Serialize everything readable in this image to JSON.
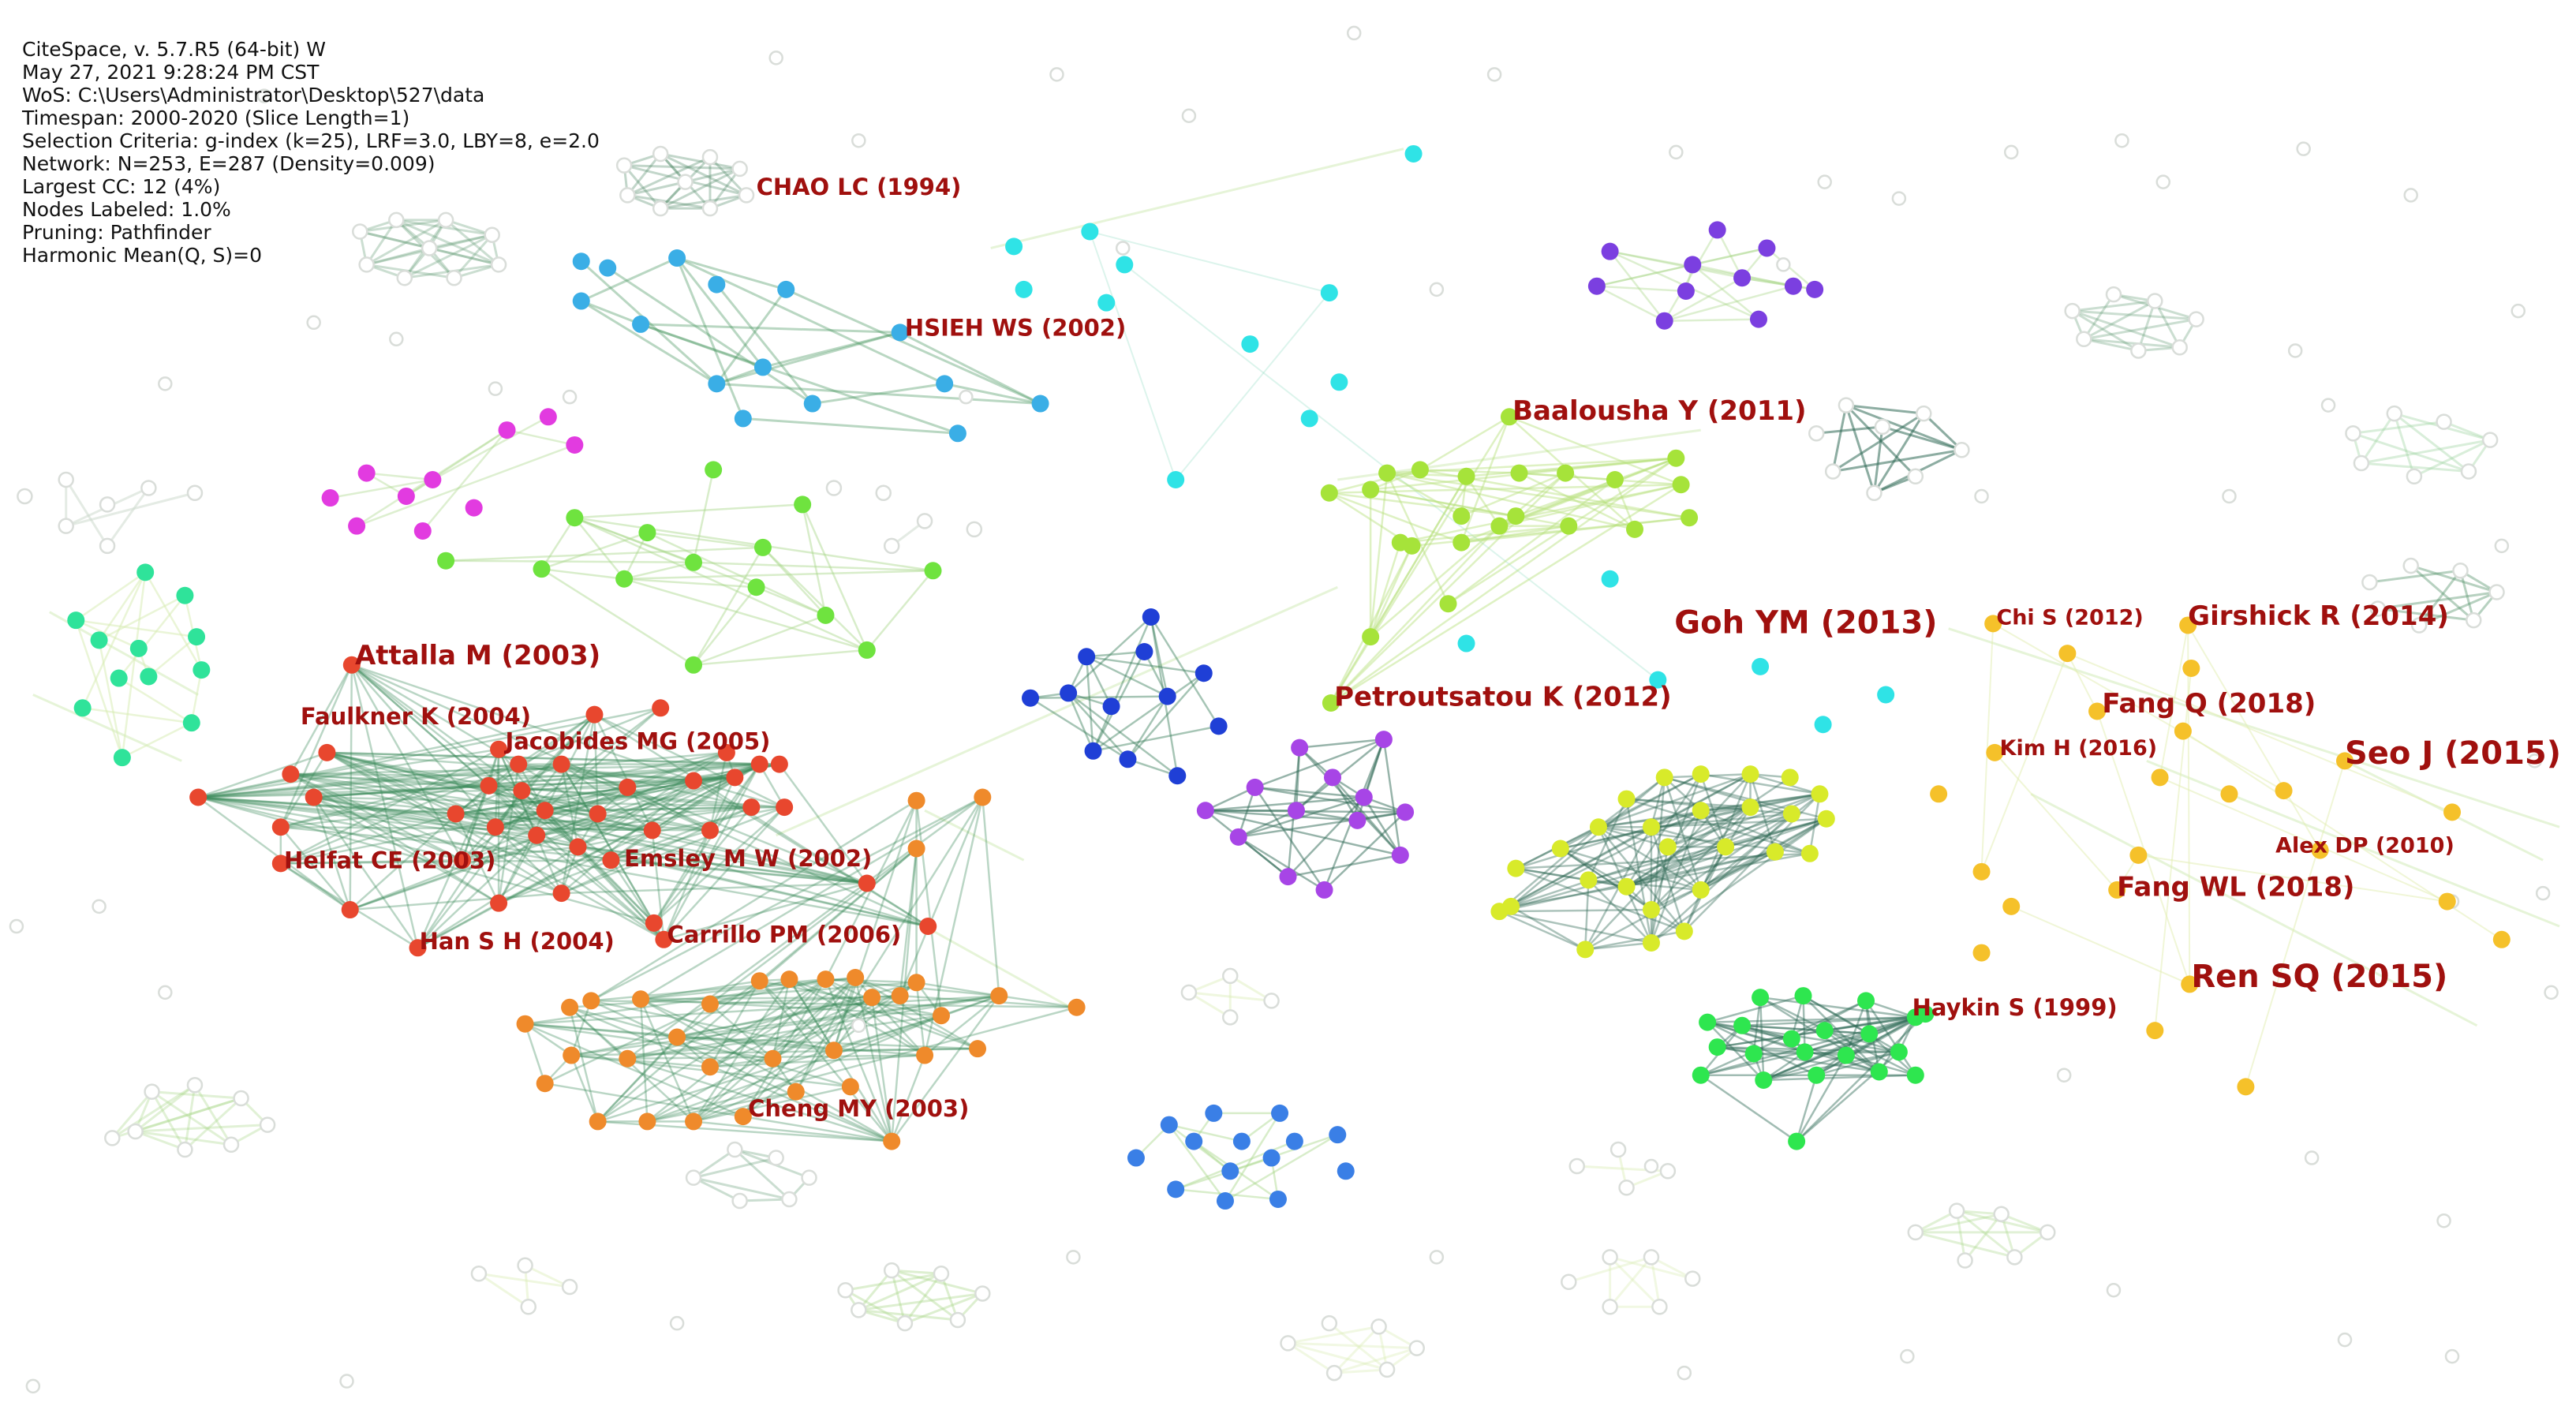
{
  "info_panel": {
    "lines": [
      "CiteSpace, v. 5.7.R5 (64-bit) W",
      "May 27, 2021 9:28:24 PM CST",
      "WoS: C:\\Users\\Administrator\\Desktop\\527\\data",
      "Timespan: 2000-2020 (Slice Length=1)",
      "Selection Criteria: g-index (k=25), LRF=3.0, LBY=8, e=2.0",
      "Network: N=253, E=287 (Density=0.009)",
      "Largest CC: 12 (4%)",
      "Nodes Labeled: 1.0%",
      "Pruning: Pathfinder",
      "Harmonic Mean(Q, S)=0"
    ]
  },
  "colors": {
    "label": "#a0100e",
    "edge_green": "#4f9a66",
    "edge_light": "#c7e6a8",
    "ghost_node": "#d9ddd9",
    "red": "#e8472e",
    "orange": "#ef8a2b",
    "skyblue": "#3aaee6",
    "cyan": "#2fe3e6",
    "purple": "#7b3fe0",
    "violet": "#a745e6",
    "magenta": "#e23be0",
    "green": "#6fe33f",
    "yellowgreen": "#a6e33a",
    "teal": "#2fe39a",
    "navy": "#1f3fd6",
    "blue": "#3a7fe6",
    "lime": "#2ee64f",
    "yellow": "#d8ea2a",
    "gold": "#f5c12a"
  },
  "labels": [
    {
      "id": "chao-lc",
      "text": "CHAO LC (1994)",
      "size": "small"
    },
    {
      "id": "hsieh-ws",
      "text": "HSIEH WS (2002)",
      "size": "small"
    },
    {
      "id": "baalousha-y",
      "text": "Baalousha Y (2011)",
      "size": "medium"
    },
    {
      "id": "goh-ym",
      "text": "Goh YM (2013)",
      "size": "large"
    },
    {
      "id": "attalla-m",
      "text": "Attalla M (2003)",
      "size": "medium"
    },
    {
      "id": "faulkner-k",
      "text": "Faulkner K (2004)",
      "size": "small"
    },
    {
      "id": "jacobides-mg",
      "text": "Jacobides MG (2005)",
      "size": "small"
    },
    {
      "id": "emsley-mw",
      "text": "Emsley M W (2002)",
      "size": "small"
    },
    {
      "id": "helfat-ce",
      "text": "Helfat CE (2003)",
      "size": "small"
    },
    {
      "id": "han-sh",
      "text": "Han S H (2004)",
      "size": "small"
    },
    {
      "id": "carrillo-pm",
      "text": "Carrillo PM (2006)",
      "size": "small"
    },
    {
      "id": "cheng-my",
      "text": "Cheng MY (2003)",
      "size": "small"
    },
    {
      "id": "petroutsatou-k",
      "text": "Petroutsatou K (2012)",
      "size": "medium"
    },
    {
      "id": "chi-s",
      "text": "Chi S (2012)",
      "size": "xsmall"
    },
    {
      "id": "girshick-r",
      "text": "Girshick R (2014)",
      "size": "medium"
    },
    {
      "id": "fang-q",
      "text": "Fang Q (2018)",
      "size": "medium"
    },
    {
      "id": "kim-h",
      "text": "Kim H (2016)",
      "size": "xsmall"
    },
    {
      "id": "seo-j",
      "text": "Seo J (2015)",
      "size": "large"
    },
    {
      "id": "alex-dp",
      "text": "Alex DP (2010)",
      "size": "xsmall"
    },
    {
      "id": "fang-wl",
      "text": "Fang WL (2018)",
      "size": "medium"
    },
    {
      "id": "ren-sq",
      "text": "Ren SQ (2015)",
      "size": "large"
    },
    {
      "id": "haykin-s",
      "text": "Haykin S (1999)",
      "size": "small"
    }
  ]
}
